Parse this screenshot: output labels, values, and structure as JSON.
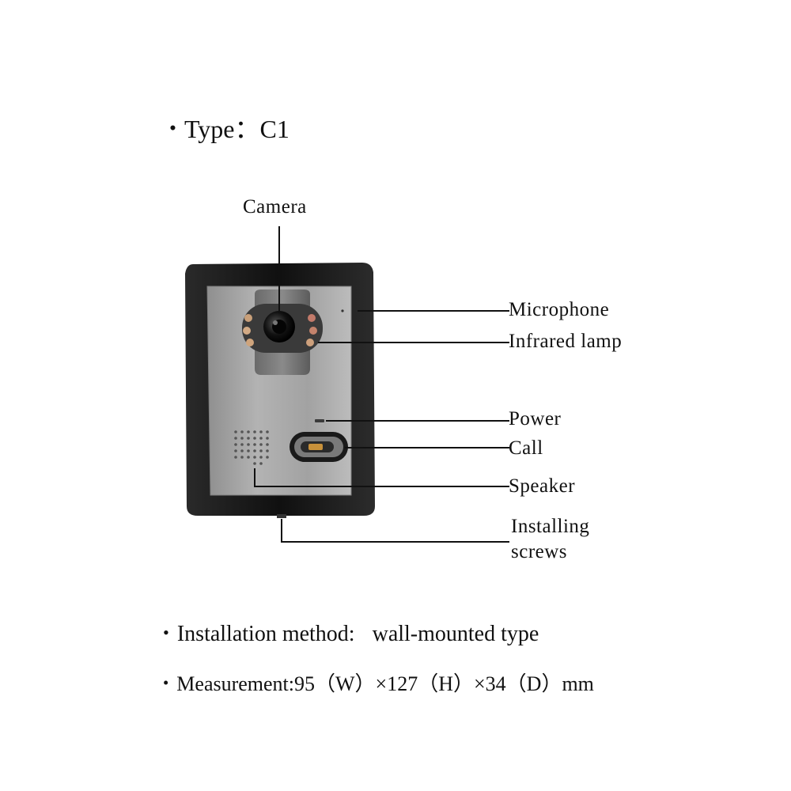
{
  "specs": {
    "type_label": "Type：",
    "type_value": "C1",
    "install_label": "Installation method:",
    "install_value": "wall-mounted type",
    "measure_label": "Measurement",
    "measure_value": ":95（W）×127（H）×34（D）mm"
  },
  "labels": {
    "camera": "Camera",
    "microphone": "Microphone",
    "infrared": "Infrared lamp",
    "power": "Power",
    "call": "Call",
    "speaker": "Speaker",
    "screws_line1": "Installing",
    "screws_line2": "screws"
  },
  "colors": {
    "housing": "#161616",
    "panel": "#a9a9a9",
    "leader": "#111111"
  }
}
